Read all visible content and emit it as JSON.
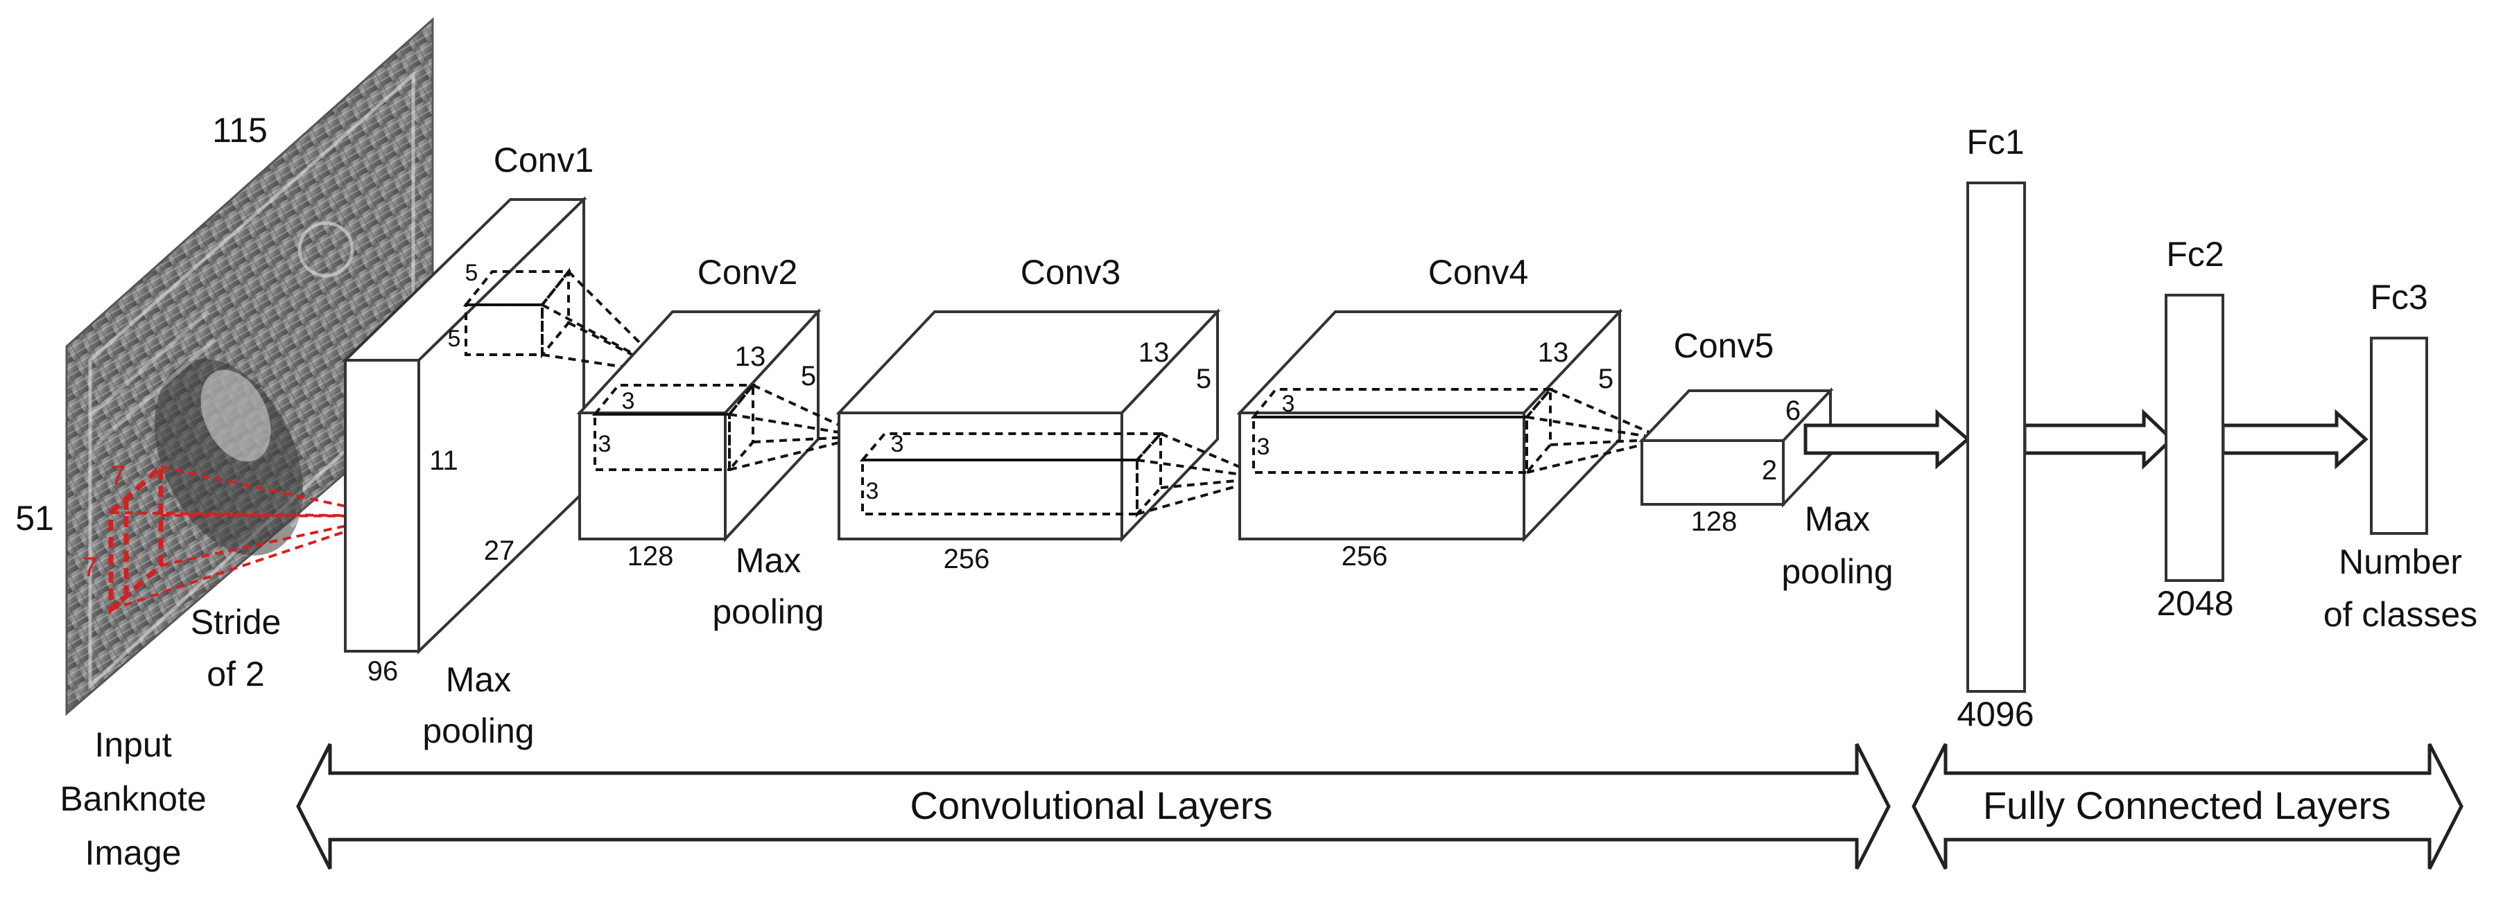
{
  "input": {
    "caption": [
      "Input",
      "Banknote",
      "Image"
    ],
    "width_label": "115",
    "height_label": "51",
    "kernel_label": "7",
    "stride_label": [
      "Stride",
      "of 2"
    ]
  },
  "layers": {
    "conv1": {
      "name": "Conv1",
      "height": "11",
      "width": "27",
      "depth": "96",
      "kernel_a": "5",
      "kernel_b": "5"
    },
    "conv2": {
      "name": "Conv2",
      "height": "13",
      "width": "5",
      "depth": "128",
      "kernel_a": "3",
      "kernel_b": "3"
    },
    "conv3": {
      "name": "Conv3",
      "height": "13",
      "width": "5",
      "depth": "256",
      "kernel_a": "3",
      "kernel_b": "3"
    },
    "conv4": {
      "name": "Conv4",
      "height": "13",
      "width": "5",
      "depth": "256",
      "kernel_a": "3",
      "kernel_b": "3"
    },
    "conv5": {
      "name": "Conv5",
      "height": "6",
      "width": "2",
      "depth": "128"
    },
    "fc1": {
      "name": "Fc1",
      "units": "4096"
    },
    "fc2": {
      "name": "Fc2",
      "units": "2048"
    },
    "fc3": {
      "name": "Fc3",
      "units": [
        "Number",
        "of classes"
      ]
    }
  },
  "pooling": {
    "label": [
      "Max",
      "pooling"
    ]
  },
  "sections": {
    "conv": "Convolutional Layers",
    "fc": "Fully Connected Layers"
  },
  "colors": {
    "stroke": "#333333",
    "kernel_red": "#d71f1f",
    "banknote_dark": "#3a3a3a",
    "banknote_light": "#cfcfcf"
  }
}
